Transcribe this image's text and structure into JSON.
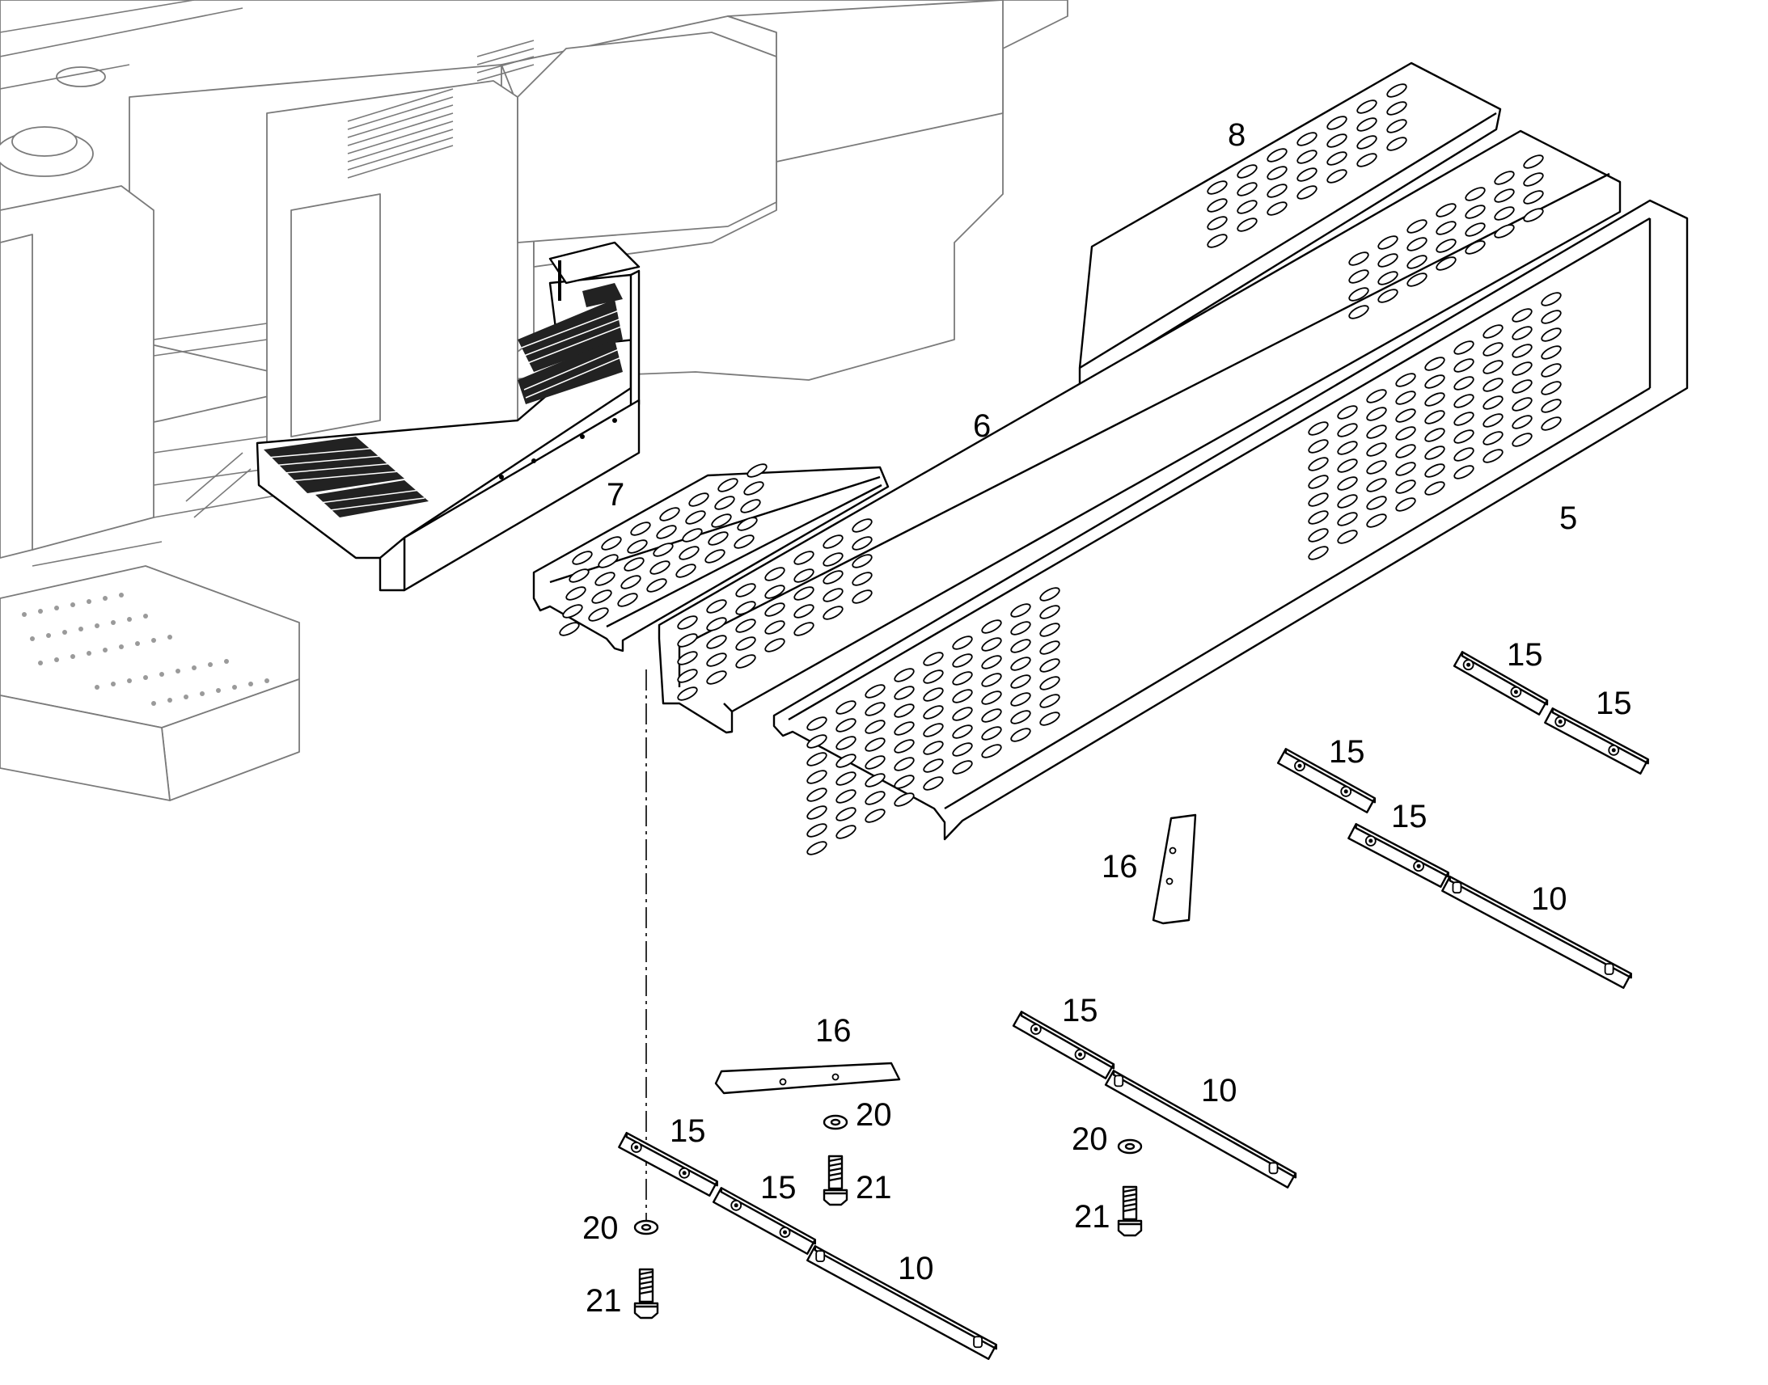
{
  "diagram": {
    "callouts": {
      "c5": "5",
      "c6": "6",
      "c7": "7",
      "c8": "8",
      "c10a": "10",
      "c10b": "10",
      "c10c": "10",
      "c15a": "15",
      "c15b": "15",
      "c15c": "15",
      "c15d": "15",
      "c15e": "15",
      "c15f": "15",
      "c15g": "15",
      "c16a": "16",
      "c16b": "16",
      "c20a": "20",
      "c20b": "20",
      "c20c": "20",
      "c21a": "21",
      "c21b": "21",
      "c21c": "21"
    }
  }
}
